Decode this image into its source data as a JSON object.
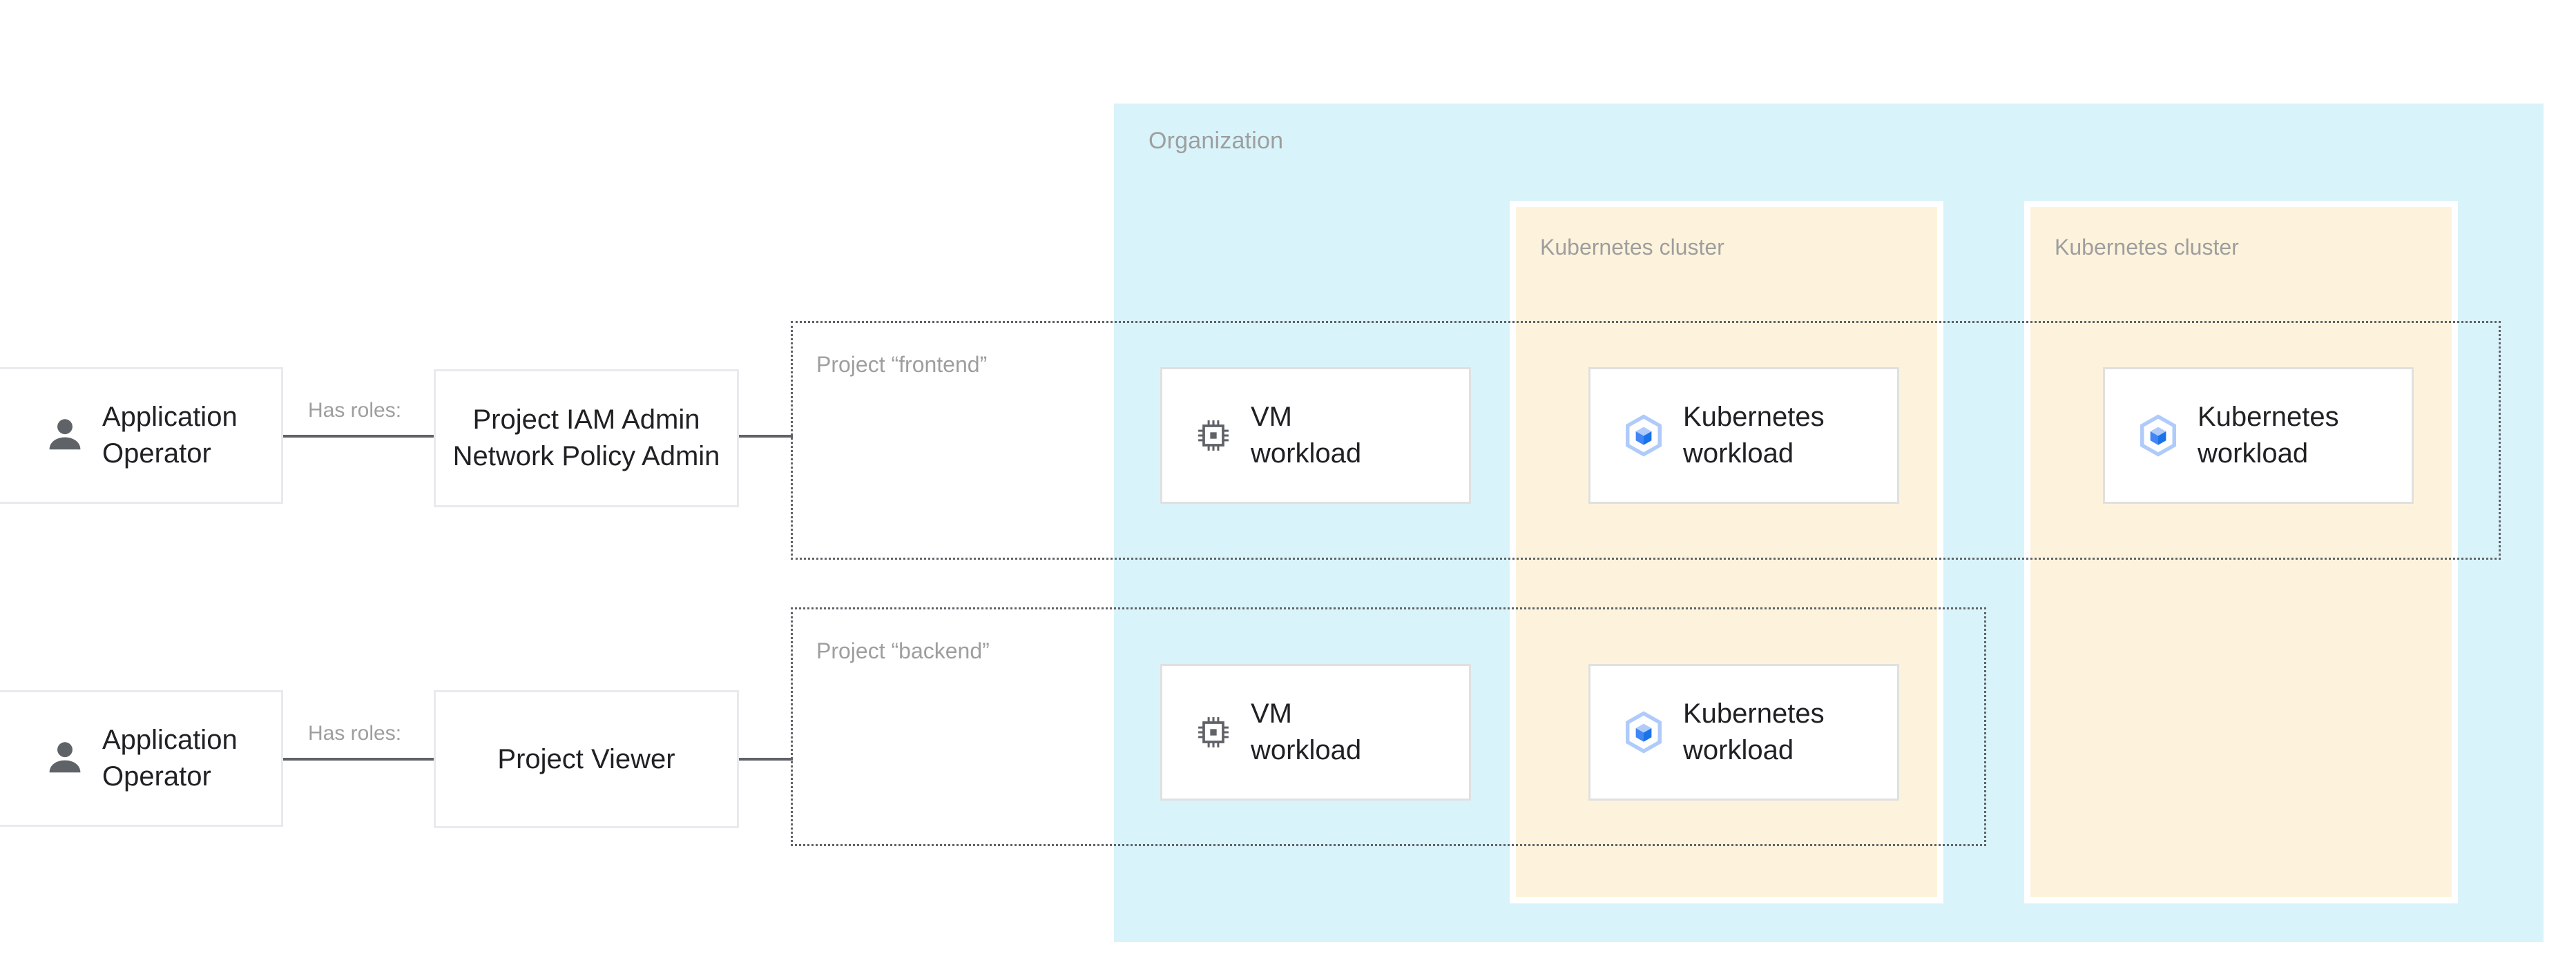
{
  "diagram": {
    "title": "GCP organization IAM and workload placement diagram",
    "colors": {
      "org_fill": "#d9f3fb",
      "cluster_fill": "#fdf3dc",
      "box_border": "#e8eaed",
      "text": "#202124",
      "muted_text": "#9e9e9e",
      "connector": "#5f6368",
      "k8s_icon_blue": "#4285f4",
      "k8s_icon_light": "#aecbfa",
      "person_icon": "#5f6368"
    }
  },
  "org": {
    "label": "Organization"
  },
  "clusters": [
    {
      "label": "Kubernetes cluster"
    },
    {
      "label": "Kubernetes cluster"
    }
  ],
  "projects": [
    {
      "label": "Project “frontend”"
    },
    {
      "label": "Project “backend”"
    }
  ],
  "actors": [
    {
      "label": "Application Operator",
      "icon": "person-icon"
    },
    {
      "label": "Application Operator",
      "icon": "person-icon"
    }
  ],
  "connectors": [
    {
      "label": "Has roles:"
    },
    {
      "label": "Has roles:"
    }
  ],
  "roles": [
    {
      "label": "Project IAM Admin Network Policy Admin"
    },
    {
      "label": "Project Viewer"
    }
  ],
  "workloads": [
    {
      "label": "VM workload",
      "icon": "cpu-chip-icon",
      "project": "frontend",
      "container": "project"
    },
    {
      "label": "Kubernetes workload",
      "icon": "kubernetes-icon",
      "project": "frontend",
      "container": "cluster-1"
    },
    {
      "label": "Kubernetes workload",
      "icon": "kubernetes-icon",
      "project": "frontend",
      "container": "cluster-2"
    },
    {
      "label": "VM workload",
      "icon": "cpu-chip-icon",
      "project": "backend",
      "container": "project"
    },
    {
      "label": "Kubernetes workload",
      "icon": "kubernetes-icon",
      "project": "backend",
      "container": "cluster-1"
    }
  ]
}
